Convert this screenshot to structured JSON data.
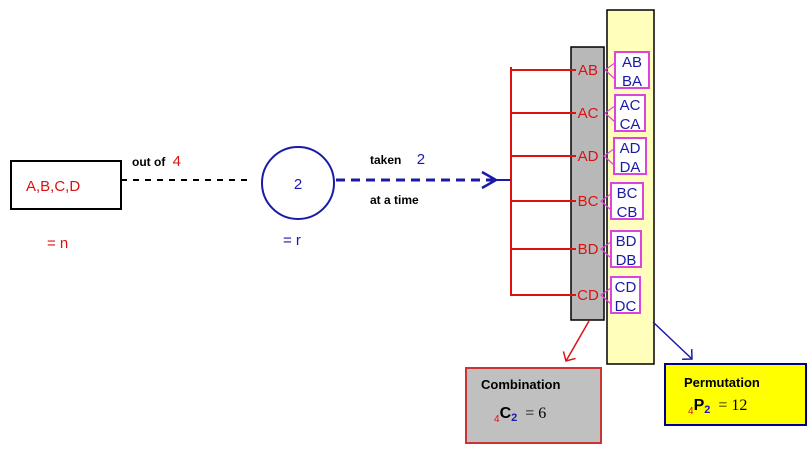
{
  "source_box": {
    "label": "A,B,C,D",
    "note": "= n"
  },
  "out_of": {
    "text": "out of",
    "number": "4"
  },
  "circle": {
    "value": "2",
    "note": "= r"
  },
  "taken": {
    "text": "taken",
    "number": "2",
    "suffix": "at a time"
  },
  "combinations": [
    "AB",
    "AC",
    "AD",
    "BC",
    "BD",
    "CD"
  ],
  "permutations": [
    [
      "AB",
      "BA"
    ],
    [
      "AC",
      "CA"
    ],
    [
      "AD",
      "DA"
    ],
    [
      "BC",
      "CB"
    ],
    [
      "BD",
      "DB"
    ],
    [
      "CD",
      "DC"
    ]
  ],
  "combination_box": {
    "title": "Combination",
    "pre": "4",
    "letter": "C",
    "sub": "2",
    "eq": "= 6"
  },
  "permutation_box": {
    "title": "Permutation",
    "pre": "4",
    "letter": "P",
    "sub": "2",
    "eq": "= 12"
  },
  "colors": {
    "red": "#dd1111",
    "blue": "#1a1aa8",
    "navy": "#00008b",
    "gray": "#b8b8b8",
    "light_yellow": "#ffffbb",
    "yellow": "#ffff00",
    "magenta": "#dd44dd",
    "box_red": "#cc3333"
  }
}
